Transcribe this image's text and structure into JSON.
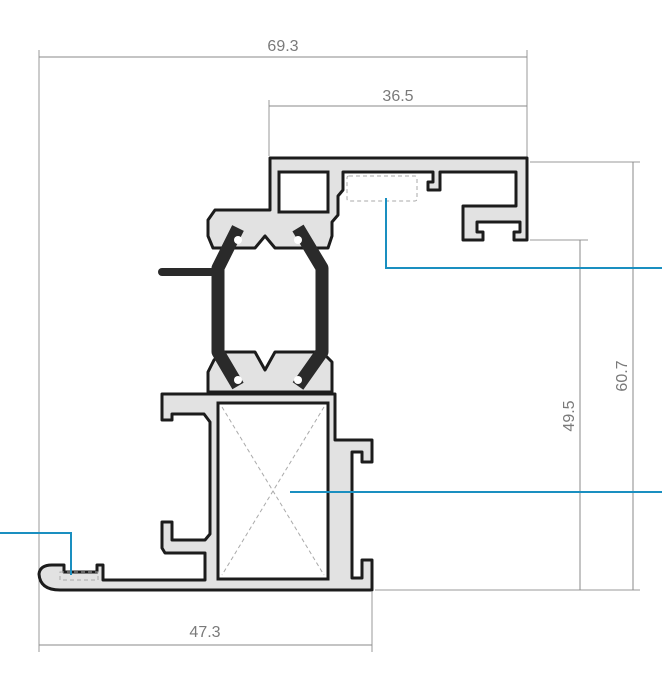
{
  "dimensions": {
    "overall_width": "69.3",
    "top_width": "36.5",
    "bottom_width": "47.3",
    "inner_height": "49.5",
    "overall_height": "60.7"
  },
  "colors": {
    "callout": "#1a8fc0",
    "aluminium": "#e2e2e2",
    "insulation_strip": "#2a2a2a"
  }
}
